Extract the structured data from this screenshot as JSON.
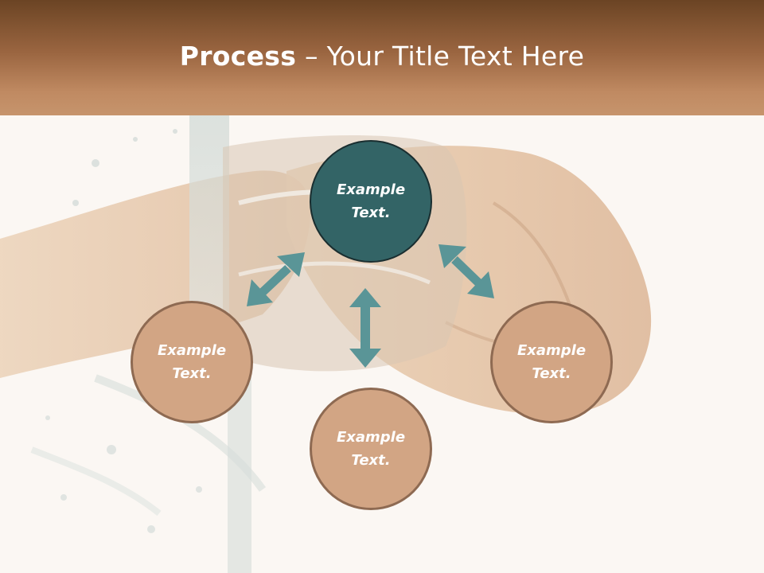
{
  "slide": {
    "title_bold": "Process",
    "title_dash": " – ",
    "title_rest": "Your Title Text Here"
  },
  "diagram": {
    "nodes": [
      {
        "id": "top",
        "text": "Example\nText."
      },
      {
        "id": "left",
        "text": "Example\nText."
      },
      {
        "id": "bottom",
        "text": "Example\nText."
      },
      {
        "id": "right",
        "text": "Example\nText."
      }
    ]
  },
  "colors": {
    "header_dark": "#6b4424",
    "header_light": "#c6946c",
    "center_node": "#336466",
    "outer_node": "#d2a584",
    "outer_node_border": "#8e6a52",
    "arrow": "#5a9597"
  },
  "background_image": "water-splashing-on-fist"
}
